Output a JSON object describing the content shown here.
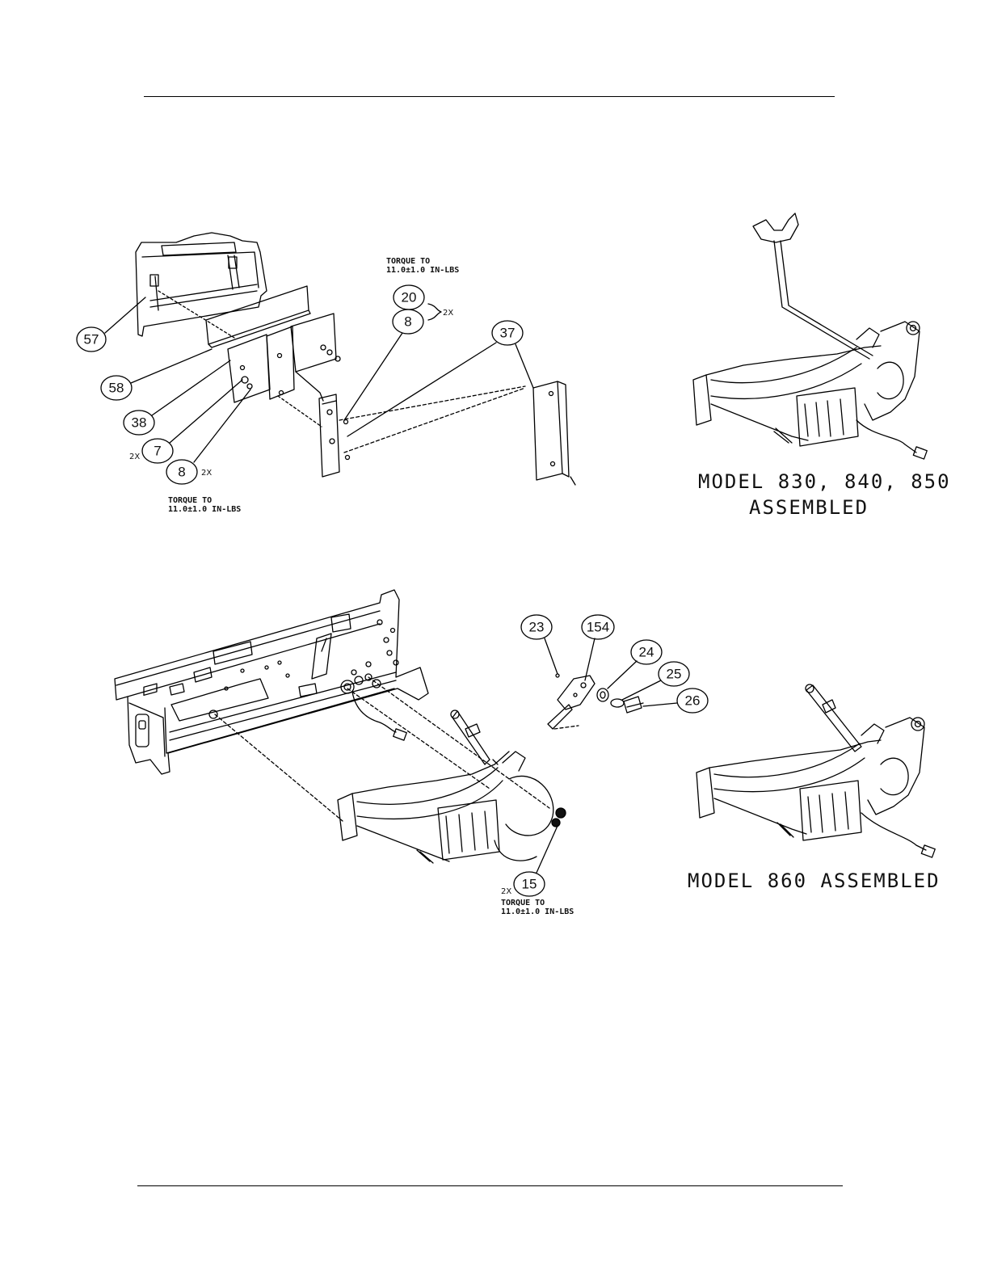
{
  "captions": {
    "assembled_top_line1": "MODEL 830, 840, 850",
    "assembled_top_line2": "ASSEMBLED",
    "assembled_bottom": "MODEL 860 ASSEMBLED"
  },
  "torque_notes": {
    "top_right_line1": "TORQUE TO",
    "top_right_line2": "11.0±1.0 IN-LBS",
    "bottom_left_line1": "TORQUE TO",
    "bottom_left_line2": "11.0±1.0 IN-LBS",
    "lower_line1": "TORQUE TO",
    "lower_line2": "11.0±1.0 IN-LBS"
  },
  "quantity_marks": {
    "q_20_8": "2X",
    "q_7": "2X",
    "q_8": "2X",
    "q_15": "2X"
  },
  "callouts": {
    "c57": "57",
    "c58": "58",
    "c38": "38",
    "c7": "7",
    "c8a": "8",
    "c20": "20",
    "c8b": "8",
    "c37": "37",
    "c23": "23",
    "c154": "154",
    "c24": "24",
    "c25": "25",
    "c26": "26",
    "c15": "15"
  }
}
